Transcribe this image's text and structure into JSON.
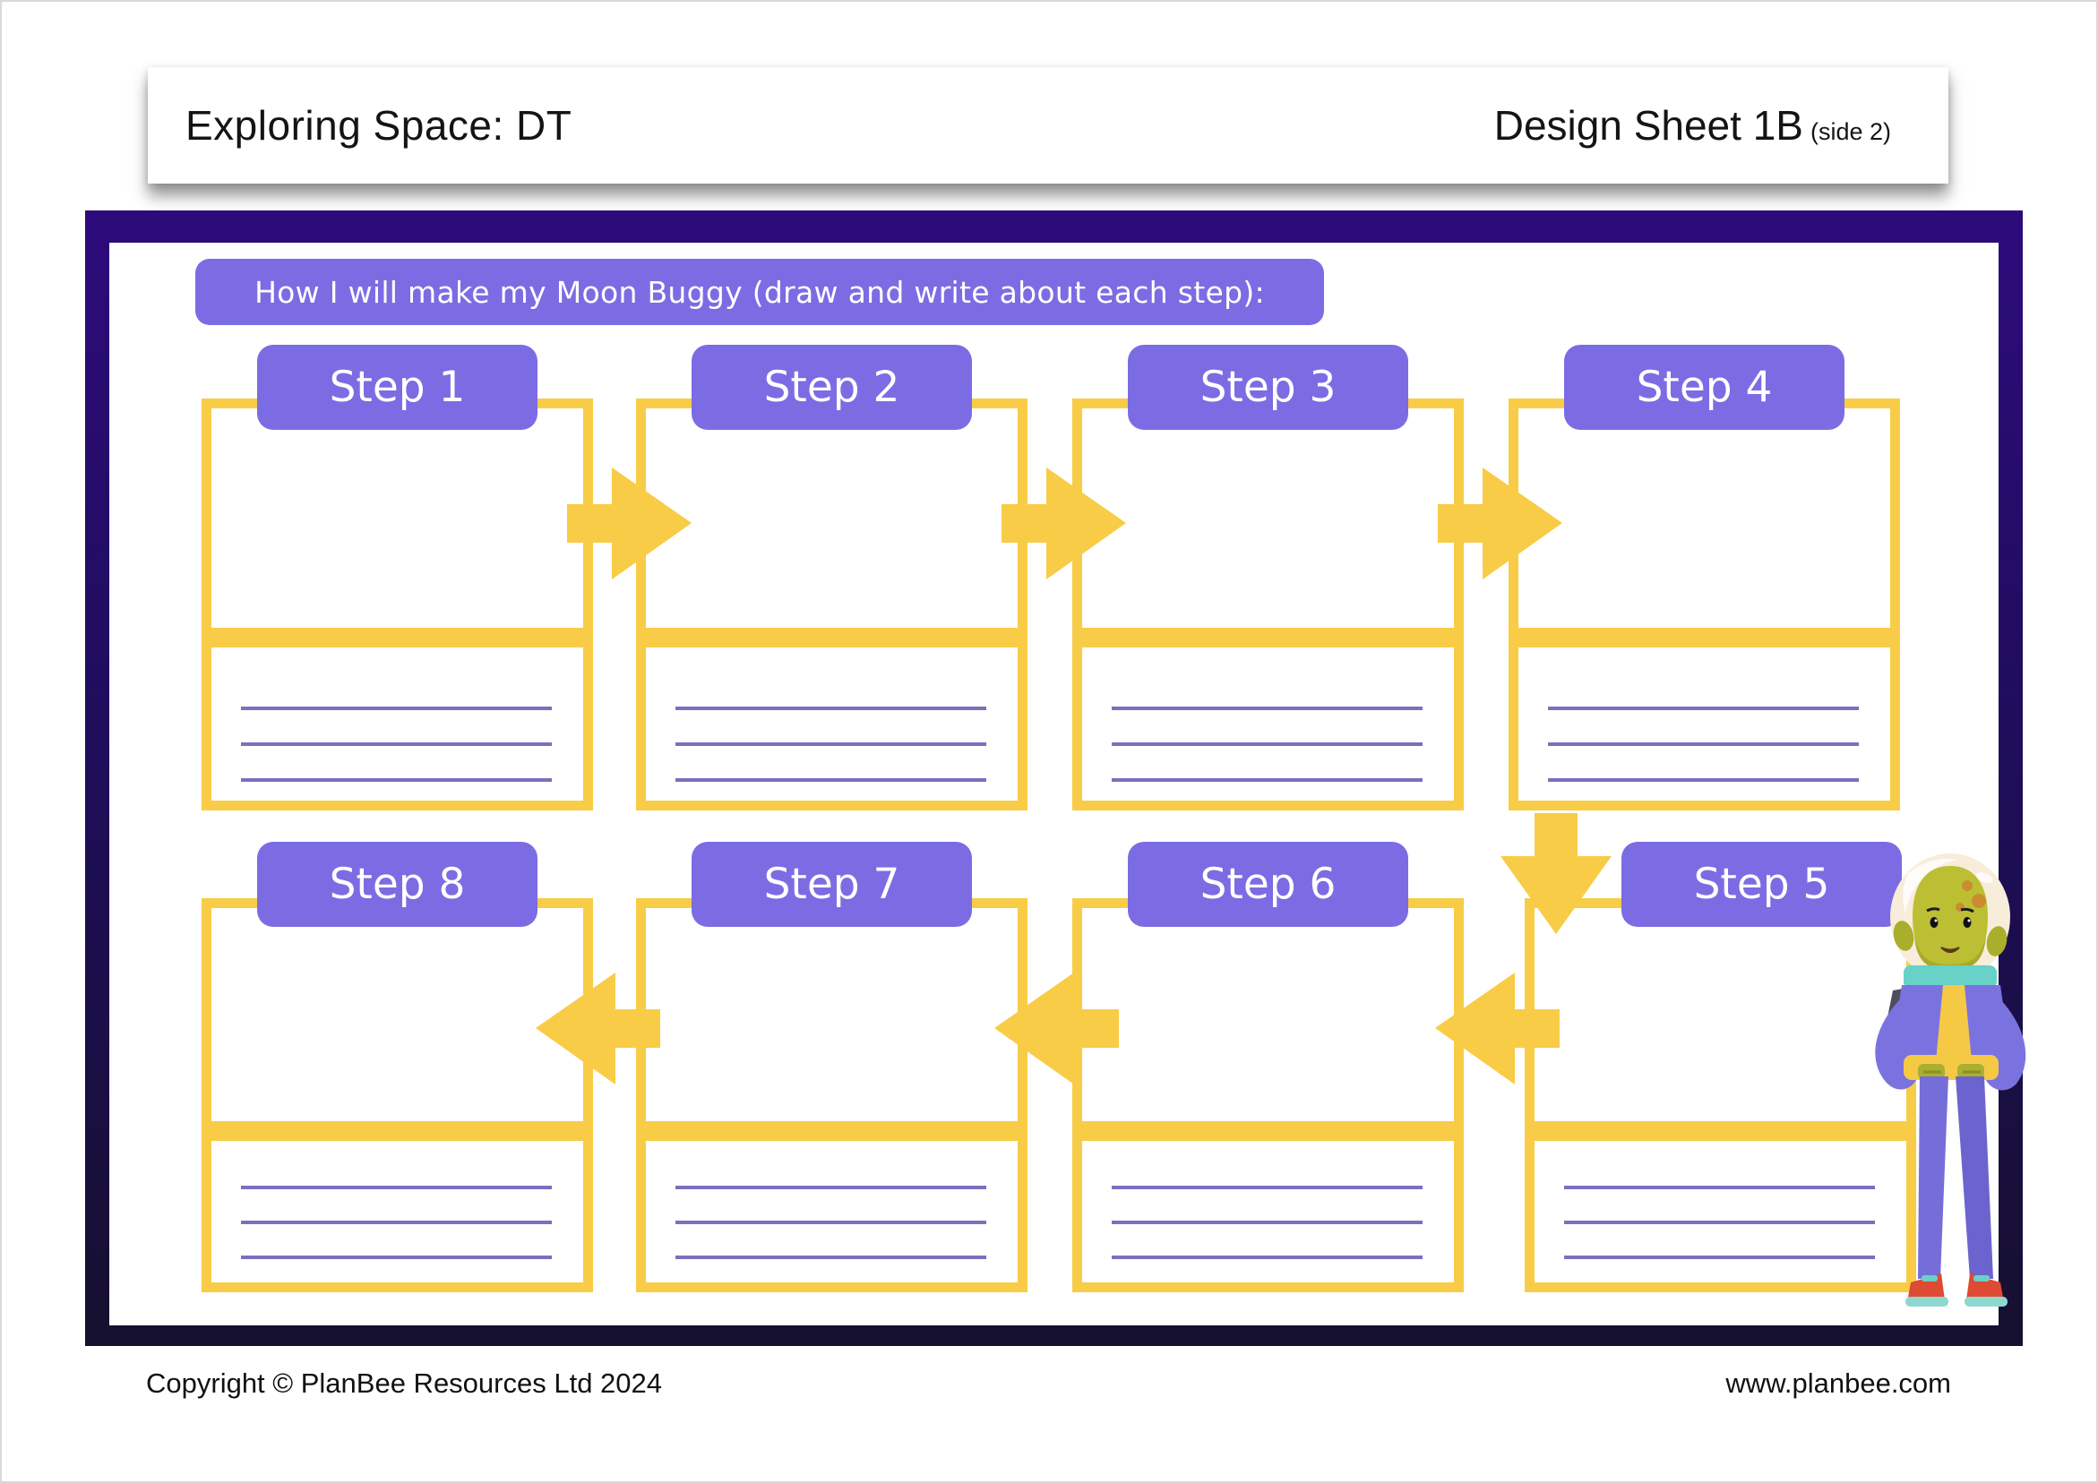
{
  "header": {
    "title": "Exploring Space: DT",
    "sheet_title": "Design Sheet 1B",
    "sheet_side": "(side 2)"
  },
  "instruction": {
    "text": "How I will make my Moon Buggy (draw and write about each step):"
  },
  "steps": [
    {
      "label": "Step 1"
    },
    {
      "label": "Step 2"
    },
    {
      "label": "Step 3"
    },
    {
      "label": "Step 4"
    },
    {
      "label": "Step 5"
    },
    {
      "label": "Step 6"
    },
    {
      "label": "Step 7"
    },
    {
      "label": "Step 8"
    }
  ],
  "footer": {
    "copyright": "Copyright © PlanBee Resources Ltd 2024",
    "website": "www.planbee.com"
  },
  "icons": {
    "flow_arrows": [
      "arrow-right-icon",
      "arrow-down-icon",
      "arrow-left-icon"
    ],
    "illustration": "alien-astronaut"
  },
  "colors": {
    "accent_purple": "#7C6CE3",
    "accent_yellow": "#F8CC46",
    "line_purple": "#7A70BD",
    "frame_top": "#2D0B7B",
    "frame_bottom": "#16102F"
  }
}
